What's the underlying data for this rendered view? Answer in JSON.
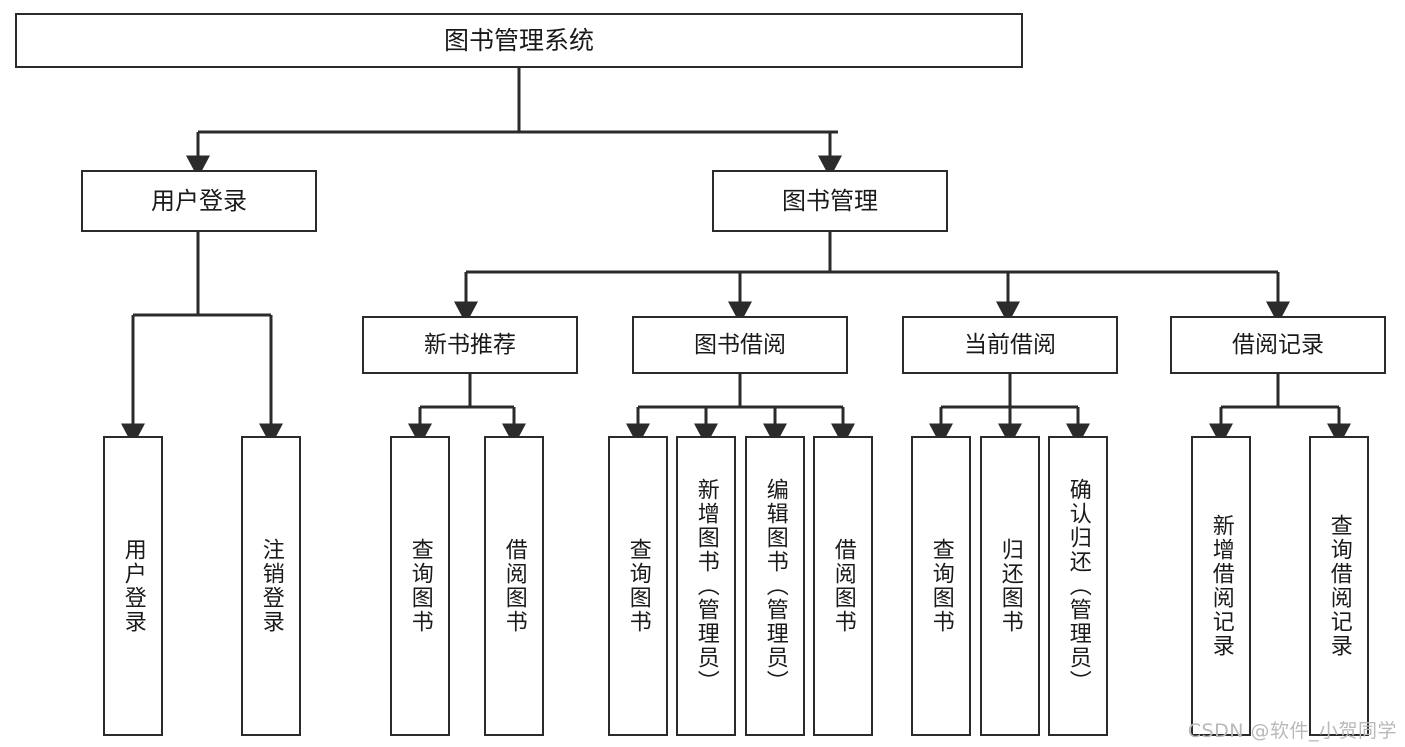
{
  "diagram": {
    "title": "图书管理系统",
    "watermark": "CSDN @软件_小贺同学",
    "colors": {
      "box_border": "#2b2b2b",
      "box_fill": "#ffffff",
      "connector": "#2b2b2b",
      "background": "#ffffff",
      "watermark": "#b9b9b9"
    },
    "root": {
      "label": "图书管理系统"
    },
    "level1": [
      {
        "label": "用户登录"
      },
      {
        "label": "图书管理"
      }
    ],
    "level2": [
      {
        "label": "新书推荐"
      },
      {
        "label": "图书借阅"
      },
      {
        "label": "当前借阅"
      },
      {
        "label": "借阅记录"
      }
    ],
    "leaves": {
      "user_login": [
        {
          "label": "用户登录"
        },
        {
          "label": "注销登录"
        }
      ],
      "new_book_recommend": [
        {
          "label": "查询图书"
        },
        {
          "label": "借阅图书"
        }
      ],
      "book_borrow": [
        {
          "label": "查询图书"
        },
        {
          "label": "新增图书（管理员）"
        },
        {
          "label": "编辑图书（管理员）"
        },
        {
          "label": "借阅图书"
        }
      ],
      "current_borrow": [
        {
          "label": "查询图书"
        },
        {
          "label": "归还图书"
        },
        {
          "label": "确认归还（管理员）"
        }
      ],
      "borrow_record": [
        {
          "label": "新增借阅记录"
        },
        {
          "label": "查询借阅记录"
        }
      ]
    }
  }
}
